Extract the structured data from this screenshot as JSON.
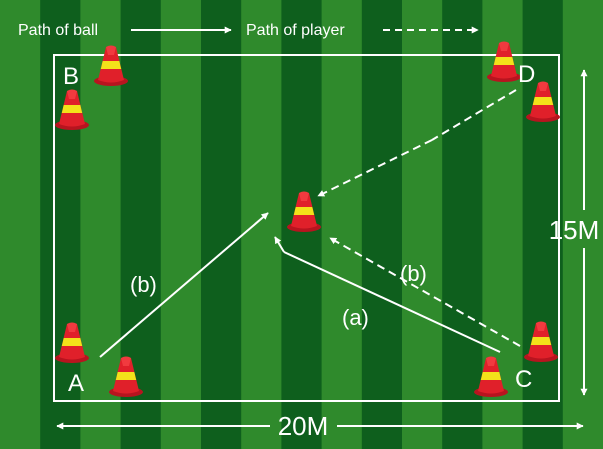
{
  "legend": {
    "ball_label": "Path of ball",
    "player_label": "Path of player"
  },
  "cone_labels": {
    "a": "A",
    "b": "B",
    "c": "C",
    "d": "D"
  },
  "dimensions": {
    "width_label": "20M",
    "height_label": "15M"
  },
  "path_labels": {
    "a": "(a)",
    "b_left": "(b)",
    "b_right": "(b)"
  },
  "colors": {
    "stripe_light": "#2f8a2c",
    "stripe_dark": "#0e5f1d",
    "line": "#ffffff",
    "cone_red": "#e0202a",
    "cone_yellow": "#f3e21a"
  }
}
